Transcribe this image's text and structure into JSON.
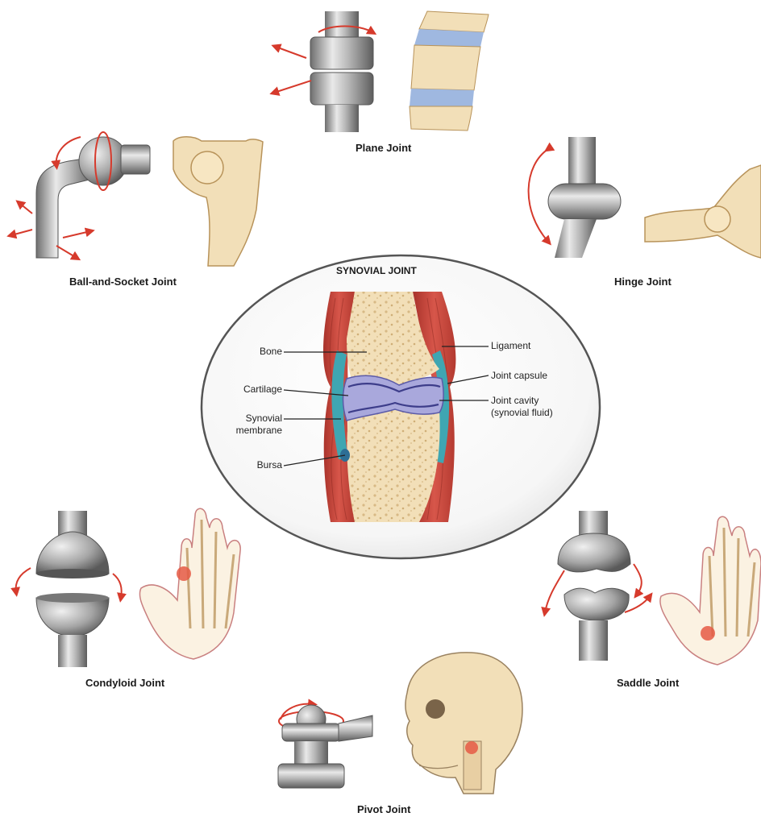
{
  "center": {
    "title": "SYNOVIAL JOINT",
    "labels": {
      "bone": "Bone",
      "cartilage": "Cartilage",
      "synovial_membrane_line1": "Synovial",
      "synovial_membrane_line2": "membrane",
      "bursa": "Bursa",
      "ligament": "Ligament",
      "joint_capsule": "Joint capsule",
      "joint_cavity_line1": "Joint cavity",
      "joint_cavity_line2": "(synovial fluid)"
    }
  },
  "joints": {
    "plane": "Plane Joint",
    "ball_socket": "Ball-and-Socket Joint",
    "hinge": "Hinge Joint",
    "condyloid": "Condyloid Joint",
    "saddle": "Saddle Joint",
    "pivot": "Pivot Joint"
  },
  "colors": {
    "bone": "#f2dfb8",
    "bone_spots": "#d7b985",
    "muscle": "#c9453a",
    "cartilage": "#a9a8dc",
    "membrane": "#3fa6b2",
    "metal": "#9a9a9a",
    "arrow": "#d63a2c",
    "disc": "#9fb8e0"
  }
}
